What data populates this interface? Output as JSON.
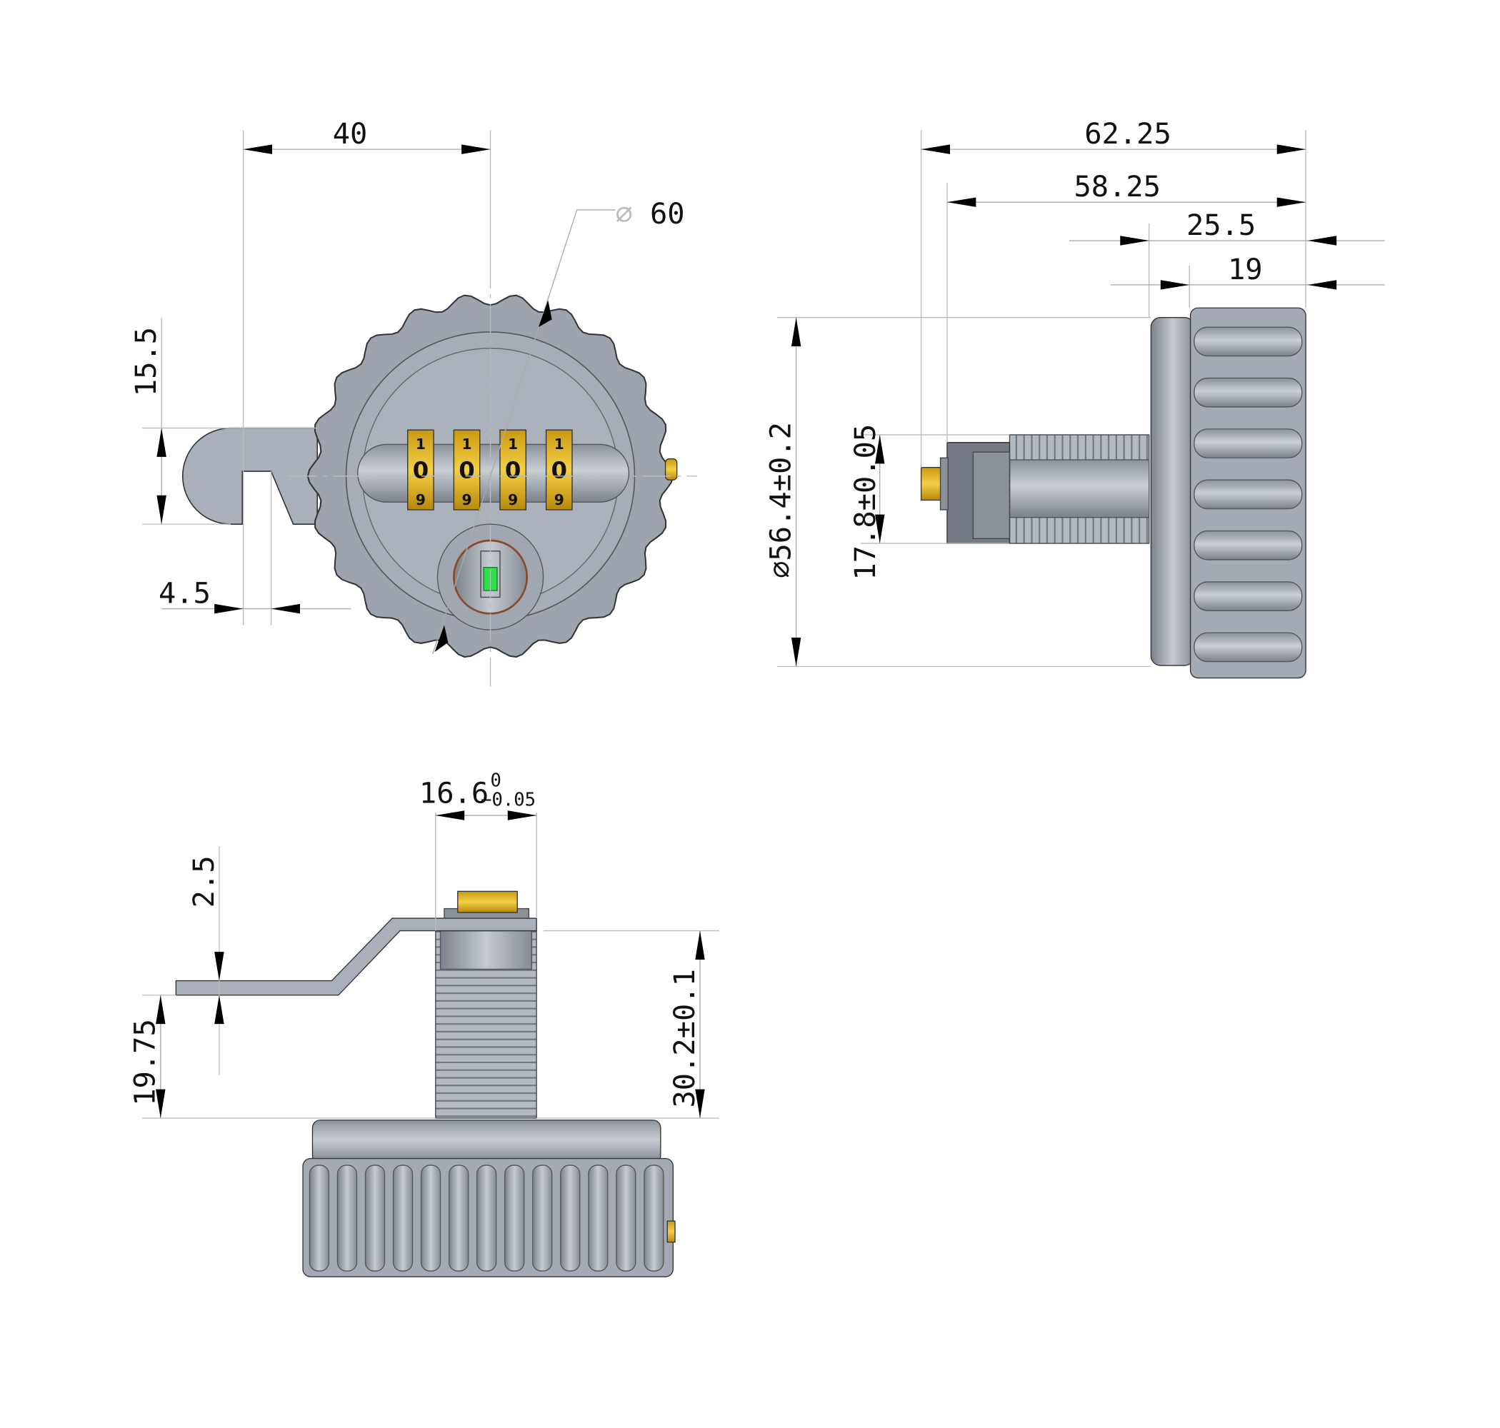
{
  "colors": {
    "metal": "#a9b0b9",
    "metal_dark": "#7d848d",
    "brass": "#e0b62a",
    "indicator": "#2ee04a"
  },
  "front_view": {
    "dials": [
      {
        "top": "1",
        "middle": "0",
        "bottom": "9"
      },
      {
        "top": "1",
        "middle": "0",
        "bottom": "9"
      },
      {
        "top": "1",
        "middle": "0",
        "bottom": "9"
      },
      {
        "top": "1",
        "middle": "0",
        "bottom": "9"
      }
    ],
    "dimensions": {
      "width": "40",
      "diameter": "60",
      "diameter_symbol": "⌀",
      "cam_height": "15.5",
      "cam_offset": "4.5"
    }
  },
  "side_view": {
    "dimensions": {
      "overall": "62.25",
      "body": "58.25",
      "knob": "25.5",
      "knob_ribs": "19",
      "knob_diameter": "⌀56.4±0.2",
      "thread_diameter": "17.8±0.05"
    }
  },
  "bottom_view": {
    "dimensions": {
      "shaft_width": "16.6",
      "shaft_tol_upper": "0",
      "shaft_tol_lower": "−0.05",
      "cam_thickness": "2.5",
      "cam_height": "19.75",
      "shaft_length": "30.2±0.1"
    }
  }
}
